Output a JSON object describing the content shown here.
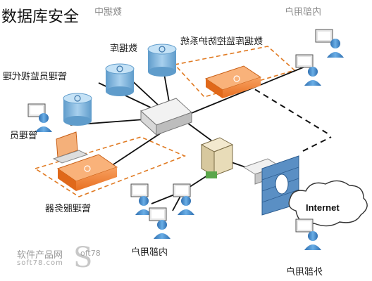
{
  "title": "数据库安全",
  "labels": {
    "database": "数据库",
    "monitor_system": "数据库监控防护系统",
    "admin_monitor": "管理员监视代理",
    "admin": "管理员",
    "admin_server": "管理服务器",
    "internal_user_top": "内部用户",
    "internal_user_bottom": "内部用户",
    "external_user": "外部用户",
    "internet": "Internet",
    "faint_top": "数据中"
  },
  "watermark": {
    "cn": "软件产品网",
    "en": "soft78.com",
    "s": "S",
    "s_sub": "oft78"
  },
  "colors": {
    "db": "#7fb2d8",
    "orange": "#f08a3c",
    "dash_orange": "#e07a22",
    "user": "#3f86c8",
    "wall": "#5a8fc4"
  }
}
